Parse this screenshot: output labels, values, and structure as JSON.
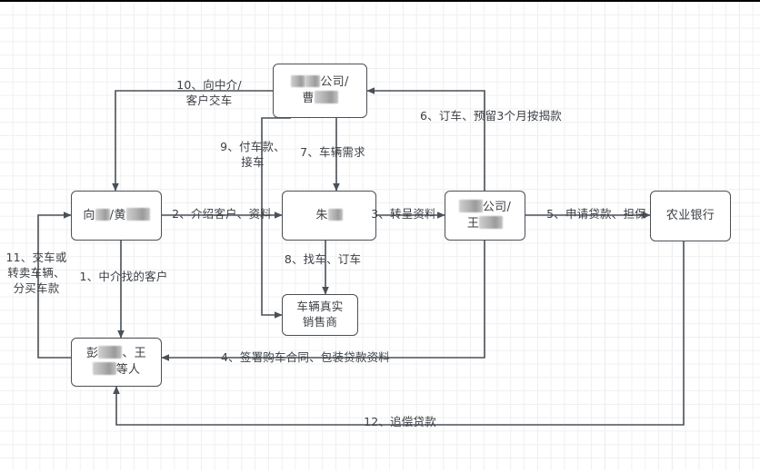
{
  "diagram": {
    "title": "汽车按揭贷款诈骗流程图",
    "background": "#ffffff",
    "grid_color": "#e6e6e6",
    "node_border_color": "#4a5058",
    "edge_color": "#4a5058",
    "text_color": "#3b3f45"
  },
  "nodes": {
    "top_company": {
      "line1_prefix": "",
      "line1_suffix": "公司/",
      "line2_prefix": "曹",
      "redacted": true
    },
    "agent": {
      "line1_prefix": "向",
      "line1_mid": "/黄",
      "redacted": true
    },
    "zhu": {
      "line1_prefix": "朱",
      "redacted": true
    },
    "real_dealer": {
      "text": "车辆真实\n销售商"
    },
    "right_company": {
      "line1_suffix": "公司/",
      "line2_prefix": "王",
      "redacted": true
    },
    "bank": {
      "text": "农业银行"
    },
    "borrowers": {
      "line1_prefix": "彭",
      "line1_mid": "、王",
      "line2_suffix": "等人",
      "redacted": true
    }
  },
  "edges": [
    {
      "id": 1,
      "label": "1、中介找的客户"
    },
    {
      "id": 2,
      "label": "2、介绍客户、资料"
    },
    {
      "id": 3,
      "label": "3、转呈资料"
    },
    {
      "id": 4,
      "label": "4、签署购车合同、包装贷款资料"
    },
    {
      "id": 5,
      "label": "5、申请贷款、担保"
    },
    {
      "id": 6,
      "label": "6、订车、预留3个月按揭款"
    },
    {
      "id": 7,
      "label": "7、车辆需求"
    },
    {
      "id": 8,
      "label": "8、找车、订车"
    },
    {
      "id": 9,
      "label": "9、付车款、\n接车"
    },
    {
      "id": 10,
      "label": "10、向中介/\n客户交车"
    },
    {
      "id": 11,
      "label": "11、交车或\n转卖车辆、\n分买车款"
    },
    {
      "id": 12,
      "label": "12、追偿贷款"
    }
  ]
}
